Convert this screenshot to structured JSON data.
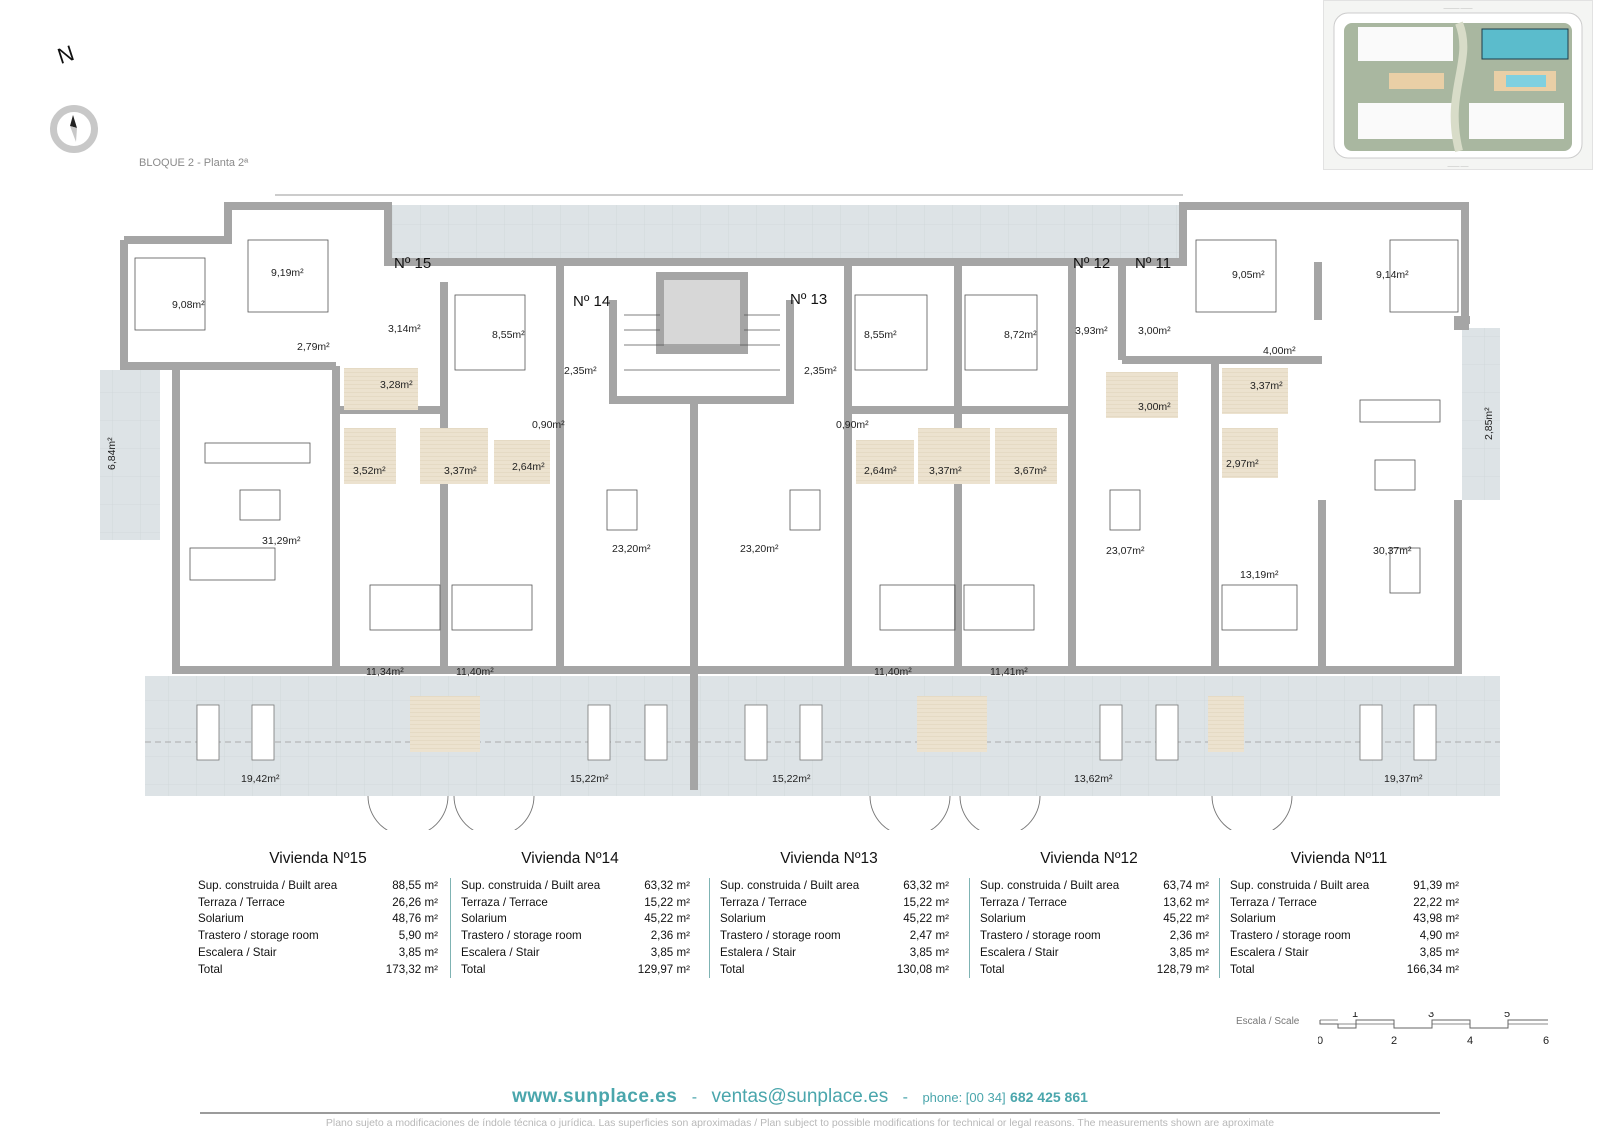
{
  "header": {
    "compass_label": "N",
    "block_title": "BLOQUE 2 - Planta 2ª"
  },
  "site_plan": {
    "icon": "site-plan-thumbnail",
    "highlight_color": "#5bbccc"
  },
  "floor_plan": {
    "unit_tags": [
      "Nº 15",
      "Nº 14",
      "Nº 13",
      "Nº 12",
      "Nº 11"
    ],
    "rooms": {
      "u15": [
        "9,19m²",
        "9,08m²",
        "3,14m²",
        "2,79m²",
        "3,28m²",
        "3,52m²",
        "6,84m²",
        "31,29m²",
        "11,34m²",
        "19,42m²"
      ],
      "u14": [
        "8,55m²",
        "2,35m²",
        "0,90m²",
        "3,37m²",
        "2,64m²",
        "23,20m²",
        "11,40m²",
        "15,22m²"
      ],
      "u13": [
        "2,35m²",
        "8,55m²",
        "0,90m²",
        "2,64m²",
        "3,37m²",
        "23,20m²",
        "11,40m²",
        "15,22m²"
      ],
      "u12": [
        "8,72m²",
        "3,93m²",
        "3,67m²",
        "3,00m²",
        "23,07m²",
        "11,41m²",
        "13,62m²"
      ],
      "u11": [
        "3,00m²",
        "9,05m²",
        "9,14m²",
        "4,00m²",
        "3,37m²",
        "2,97m²",
        "2,85m²",
        "30,37m²",
        "13,19m²",
        "19,37m²"
      ]
    },
    "colors": {
      "wall": "#a5a5a5",
      "terrace": "#dde3e6",
      "bath": "#e8dcc6",
      "line": "#555555"
    }
  },
  "units": [
    {
      "title": "Vivienda Nº15",
      "rows": [
        {
          "label": "Sup. construida / Built area",
          "value": "88,55 m²"
        },
        {
          "label": "Terraza / Terrace",
          "value": "26,26 m²"
        },
        {
          "label": "Solarium",
          "value": "48,76 m²"
        },
        {
          "label": "Trastero / storage room",
          "value": "5,90 m²"
        },
        {
          "label": "Escalera / Stair",
          "value": "3,85 m²"
        },
        {
          "label": "Total",
          "value": "173,32 m²"
        }
      ]
    },
    {
      "title": "Vivienda Nº14",
      "rows": [
        {
          "label": "Sup. construida / Built area",
          "value": "63,32 m²"
        },
        {
          "label": "Terraza / Terrace",
          "value": "15,22 m²"
        },
        {
          "label": "Solarium",
          "value": "45,22 m²"
        },
        {
          "label": "Trastero / storage room",
          "value": "2,36 m²"
        },
        {
          "label": "Escalera / Stair",
          "value": "3,85 m²"
        },
        {
          "label": "Total",
          "value": "129,97 m²"
        }
      ]
    },
    {
      "title": "Vivienda Nº13",
      "rows": [
        {
          "label": "Sup. construida / Built area",
          "value": "63,32 m²"
        },
        {
          "label": "Terraza / Terrace",
          "value": "15,22 m²"
        },
        {
          "label": "Solarium",
          "value": "45,22 m²"
        },
        {
          "label": "Trastero / storage room",
          "value": "2,47 m²"
        },
        {
          "label": "Estalera / Stair",
          "value": "3,85 m²"
        },
        {
          "label": "Total",
          "value": "130,08 m²"
        }
      ]
    },
    {
      "title": "Vivienda Nº12",
      "rows": [
        {
          "label": "Sup. construida / Built area",
          "value": "63,74 m²"
        },
        {
          "label": "Terraza / Terrace",
          "value": "13,62 m²"
        },
        {
          "label": "Solarium",
          "value": "45,22 m²"
        },
        {
          "label": "Trastero / storage room",
          "value": "2,36 m²"
        },
        {
          "label": "Escalera / Stair",
          "value": "3,85 m²"
        },
        {
          "label": "Total",
          "value": "128,79 m²"
        }
      ]
    },
    {
      "title": "Vivienda Nº11",
      "rows": [
        {
          "label": "Sup. construida / Built area",
          "value": "91,39 m²"
        },
        {
          "label": "Terraza / Terrace",
          "value": "22,22 m²"
        },
        {
          "label": "Solarium",
          "value": "43,98 m²"
        },
        {
          "label": "Trastero / storage room",
          "value": "4,90 m²"
        },
        {
          "label": "Escalera / Stair",
          "value": "3,85 m²"
        },
        {
          "label": "Total",
          "value": "166,34 m²"
        }
      ]
    }
  ],
  "scale": {
    "label": "Escala / Scale",
    "top_ticks": [
      "1",
      "3",
      "5"
    ],
    "bottom_ticks": [
      "0",
      "2",
      "4",
      "6"
    ]
  },
  "footer": {
    "website": "www.sunplace.es",
    "separator": "-",
    "email": "ventas@sunplace.es",
    "phone_label": "phone: [00 34]",
    "phone_number": "682 425 861",
    "accent_color": "#4aa6ac",
    "disclaimer": "Plano sujeto a modificaciones de índole técnica o jurídica. Las superficies son aproximadas / Plan subject to possible modifications for technical or legal reasons. The measurements  shown are aproximate"
  }
}
